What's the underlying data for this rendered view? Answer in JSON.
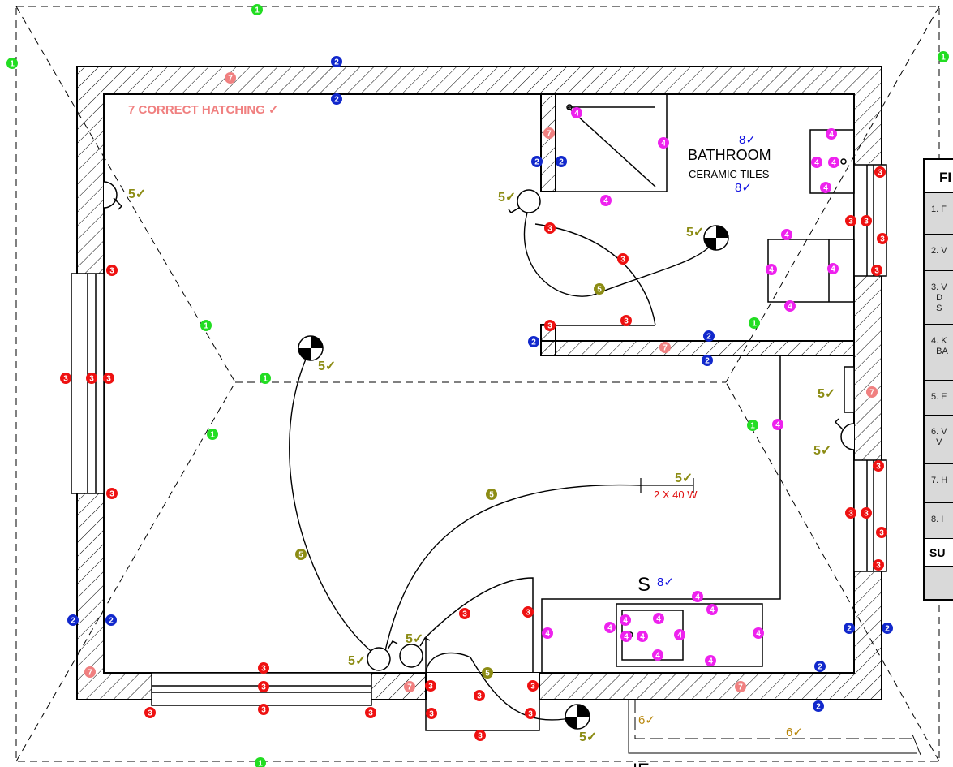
{
  "annotations": {
    "hatching_note": "7 CORRECT HATCHING",
    "check_mark": "✓",
    "bathroom_title": "BATHROOM",
    "bathroom_finish": "CERAMIC TILES",
    "score_8": "8",
    "score_5": "5",
    "score_6": "6",
    "lamp_rating": "2 X 40 W",
    "stove_label": "S",
    "bottom_partial_label": "IE"
  },
  "rubric": {
    "heading": "FI",
    "rows": [
      "1. F",
      "2. V",
      "3. V\n  D\n  S",
      "4. K\n  BA",
      "5. E",
      "6. V\n  V",
      "7. H",
      "8. I"
    ],
    "subtotal": "SU"
  },
  "colors": {
    "marker_1": "#22dd22",
    "marker_2": "#1128cc",
    "marker_3": "#ee1111",
    "marker_4": "#ee22ee",
    "marker_5": "#8c8c14",
    "marker_6": "#b8860b",
    "marker_7": "#f08080",
    "annotation_blue": "#1010e0",
    "annotation_olive": "#8c8c14",
    "annotation_salmon": "#f08080",
    "lamp_label_red": "#e01010"
  }
}
